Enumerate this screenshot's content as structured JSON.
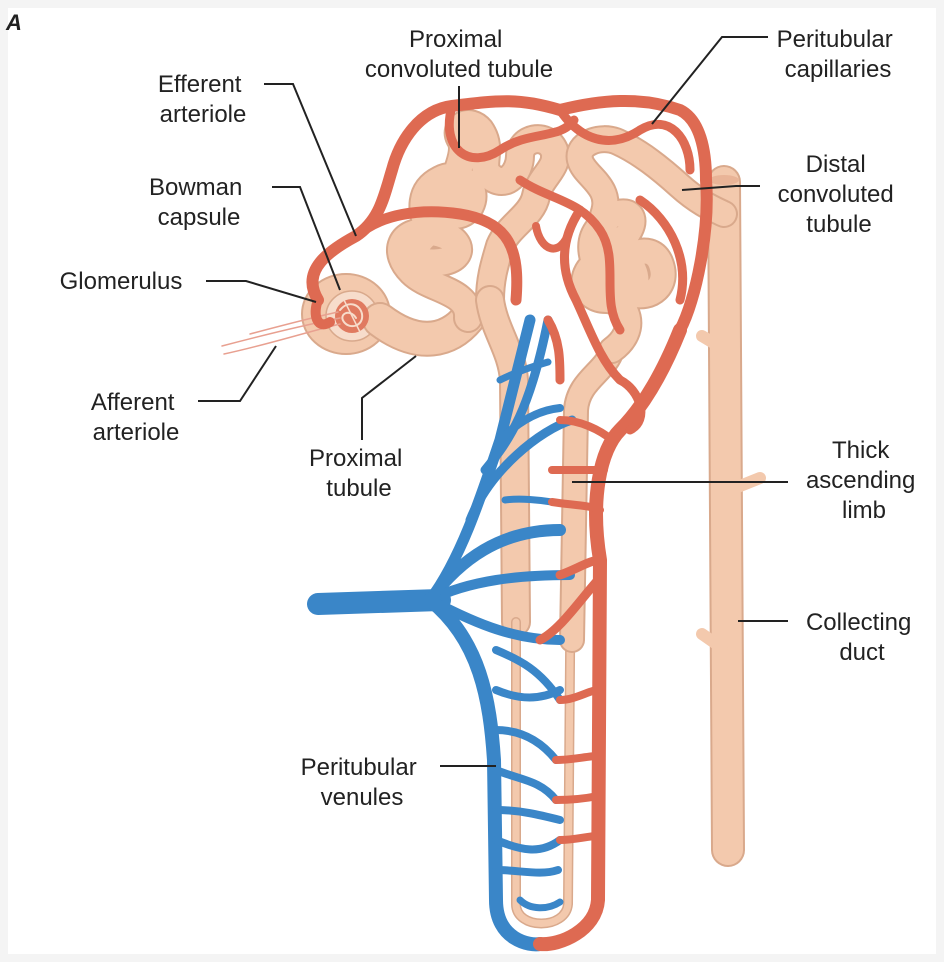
{
  "figure": {
    "panel_letter": "A",
    "colors": {
      "artery": "#de6a52",
      "artery_dark": "#c9553f",
      "vein": "#3a86c8",
      "tubule": "#f3c9ad",
      "tubule_edge": "#d9a98c",
      "leader": "#222222"
    },
    "labels": {
      "proximal_convoluted_tubule": [
        "Proximal",
        "convoluted tubule"
      ],
      "peritubular_capillaries": [
        "Peritubular",
        "capillaries"
      ],
      "efferent_arteriole": [
        "Efferent",
        "arteriole"
      ],
      "bowman_capsule": [
        "Bowman",
        "capsule"
      ],
      "distal_convoluted_tubule": [
        "Distal",
        "convoluted",
        "tubule"
      ],
      "glomerulus": [
        "Glomerulus"
      ],
      "afferent_arteriole": [
        "Afferent",
        "arteriole"
      ],
      "proximal_tubule": [
        "Proximal",
        "tubule"
      ],
      "thick_ascending_limb": [
        "Thick",
        "ascending",
        "limb"
      ],
      "collecting_duct": [
        "Collecting",
        "duct"
      ],
      "peritubular_venules": [
        "Peritubular",
        "venules"
      ]
    }
  }
}
